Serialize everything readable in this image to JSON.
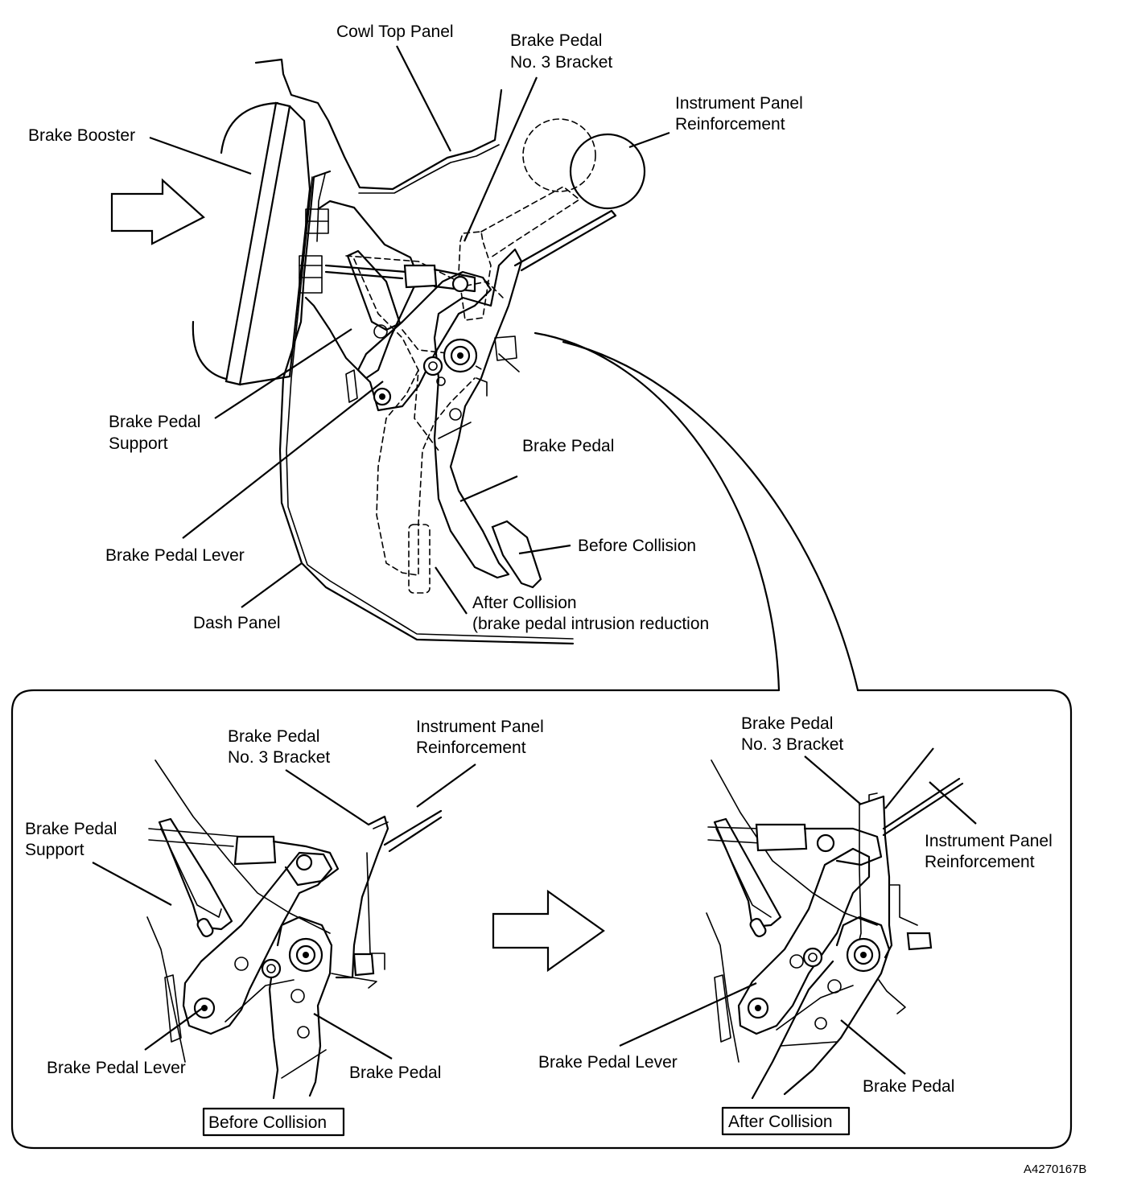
{
  "top": {
    "labels": {
      "cowl_top_panel": "Cowl Top Panel",
      "brake_pedal_no3_bracket_l1": "Brake Pedal",
      "brake_pedal_no3_bracket_l2": "No. 3 Bracket",
      "instrument_panel_reinforcement_l1": "Instrument Panel",
      "instrument_panel_reinforcement_l2": "Reinforcement",
      "brake_booster": "Brake Booster",
      "brake_pedal_support_l1": "Brake Pedal",
      "brake_pedal_support_l2": "Support",
      "brake_pedal": "Brake Pedal",
      "before_collision": "Before Collision",
      "brake_pedal_lever": "Brake Pedal Lever",
      "after_collision_l1": "After Collision",
      "after_collision_l2": "(brake pedal intrusion reduction",
      "dash_panel": "Dash Panel"
    }
  },
  "detail_before": {
    "labels": {
      "brake_pedal_no3_bracket_l1": "Brake Pedal",
      "brake_pedal_no3_bracket_l2": "No. 3 Bracket",
      "instrument_panel_reinforcement_l1": "Instrument Panel",
      "instrument_panel_reinforcement_l2": "Reinforcement",
      "brake_pedal_support_l1": "Brake Pedal",
      "brake_pedal_support_l2": "Support",
      "brake_pedal_lever": "Brake Pedal Lever",
      "brake_pedal": "Brake Pedal"
    },
    "caption": "Before Collision"
  },
  "detail_after": {
    "labels": {
      "brake_pedal_no3_bracket_l1": "Brake Pedal",
      "brake_pedal_no3_bracket_l2": "No. 3 Bracket",
      "instrument_panel_reinforcement_l1": "Instrument Panel",
      "instrument_panel_reinforcement_l2": "Reinforcement",
      "brake_pedal_lever": "Brake Pedal Lever",
      "brake_pedal": "Brake Pedal"
    },
    "caption": "After Collision"
  },
  "figure_code": "A4270167B"
}
